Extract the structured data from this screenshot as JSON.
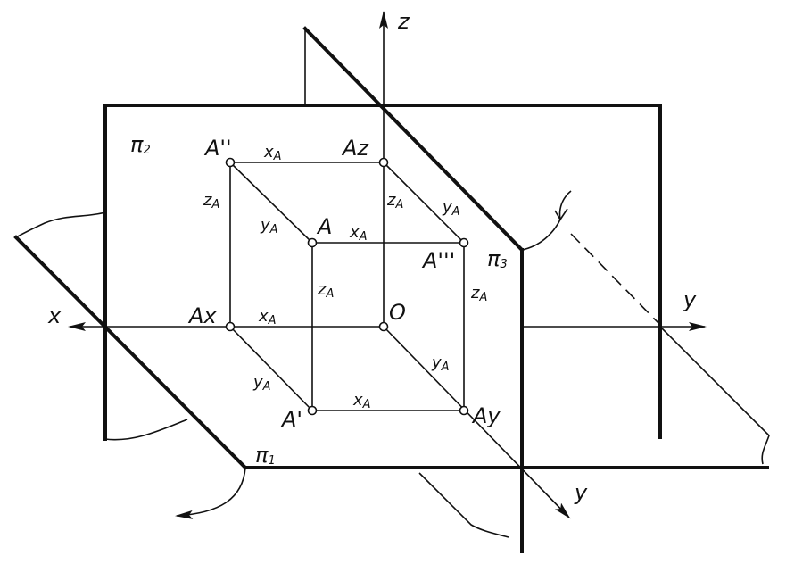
{
  "labels": {
    "axis_x": "x",
    "axis_y_right": "y",
    "axis_y_down": "y",
    "axis_z": "z",
    "plane_pi2": "π",
    "plane_pi2_sub": "2",
    "plane_pi1": "π",
    "plane_pi1_sub": "1",
    "plane_pi3": "π",
    "plane_pi3_sub": "3",
    "point_A": "A",
    "point_A2": "A''",
    "point_A3": "A'''",
    "point_A1": "A'",
    "point_Az": "Az",
    "point_Ax": "Ax",
    "point_Ay": "Ay",
    "origin": "O",
    "x_main": "x",
    "y_main": "y",
    "z_main": "z",
    "sub_A": "A"
  },
  "colors": {
    "ink": "#111111",
    "paper": "#ffffff"
  }
}
